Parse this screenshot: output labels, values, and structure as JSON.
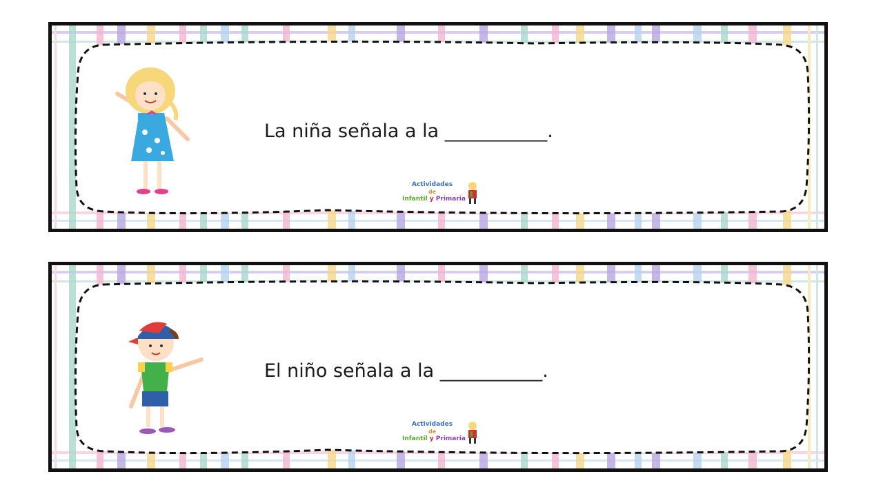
{
  "cards": [
    {
      "sentence": "La niña señala a la ___________.",
      "figure": "girl-pointing-illustration",
      "logo": {
        "line1": "Actividades",
        "line2": "de",
        "line3a": "Infantil",
        "line3b": "y",
        "line3c": "Primaria"
      }
    },
    {
      "sentence": "El niño señala a la ___________.",
      "figure": "boy-pointing-illustration",
      "logo": {
        "line1": "Actividades",
        "line2": "de",
        "line3a": "Infantil",
        "line3b": "y",
        "line3c": "Primaria"
      }
    }
  ],
  "colors": {
    "border": "#111111",
    "dashed_frame": "#111111",
    "stripe_palette": [
      "#f4b6d2",
      "#b9a7e0",
      "#a9d8cc",
      "#f6d88a",
      "#b7d3ef",
      "#d6c7ee"
    ]
  }
}
